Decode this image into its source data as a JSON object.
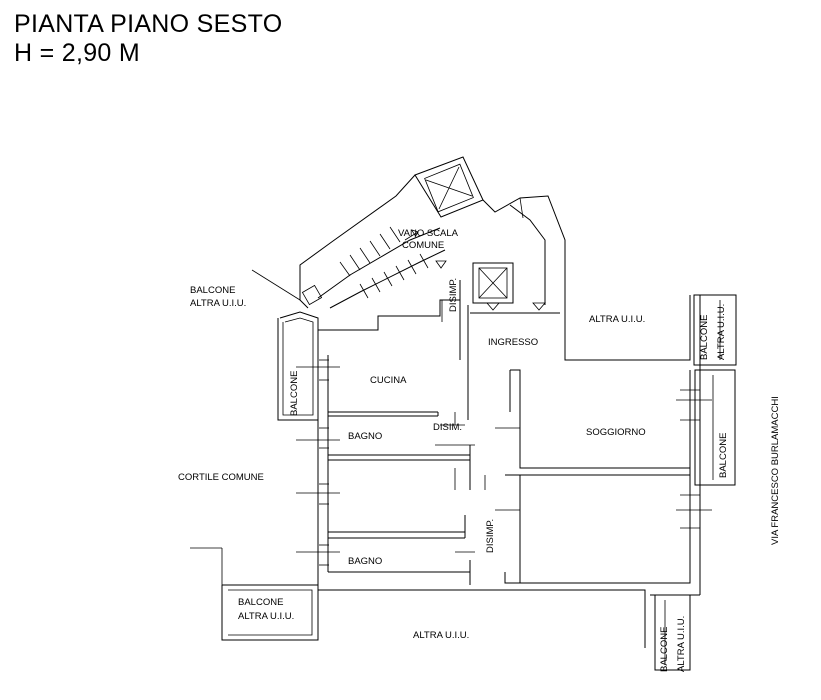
{
  "title": {
    "line1": "PIANTA PIANO SESTO",
    "line2": "H = 2,90 M"
  },
  "labels": {
    "vano_scala_1": "VANO SCALA",
    "vano_scala_2": "COMUNE",
    "balcone_altra_nw_1": "BALCONE",
    "balcone_altra_nw_2": "ALTRA U.I.U.",
    "altra_uiu_ne": "ALTRA U.I.U.",
    "disimp_top": "DISIMP.",
    "ingresso": "INGRESSO",
    "balcone_w": "BALCONE",
    "cucina": "CUCINA",
    "balcone_e_top": "BALCONE",
    "altra_uiu_e_top": "ALTRA U.I.U.",
    "soggiorno": "SOGGIORNO",
    "bagno_1": "BAGNO",
    "disim": "DISIM.",
    "balcone_e": "BALCONE",
    "cortile_comune": "CORTILE COMUNE",
    "via": "VIA FRANCESCO BURLAMACCHI",
    "disimp_bottom": "DISIMP.",
    "bagno_2": "BAGNO",
    "balcone_altra_sw_1": "BALCONE",
    "balcone_altra_sw_2": "ALTRA U.I.U.",
    "altra_uiu_s": "ALTRA U.I.U.",
    "balcone_altra_se_1": "BALCONE",
    "balcone_altra_se_2": "ALTRA U.I.U."
  }
}
